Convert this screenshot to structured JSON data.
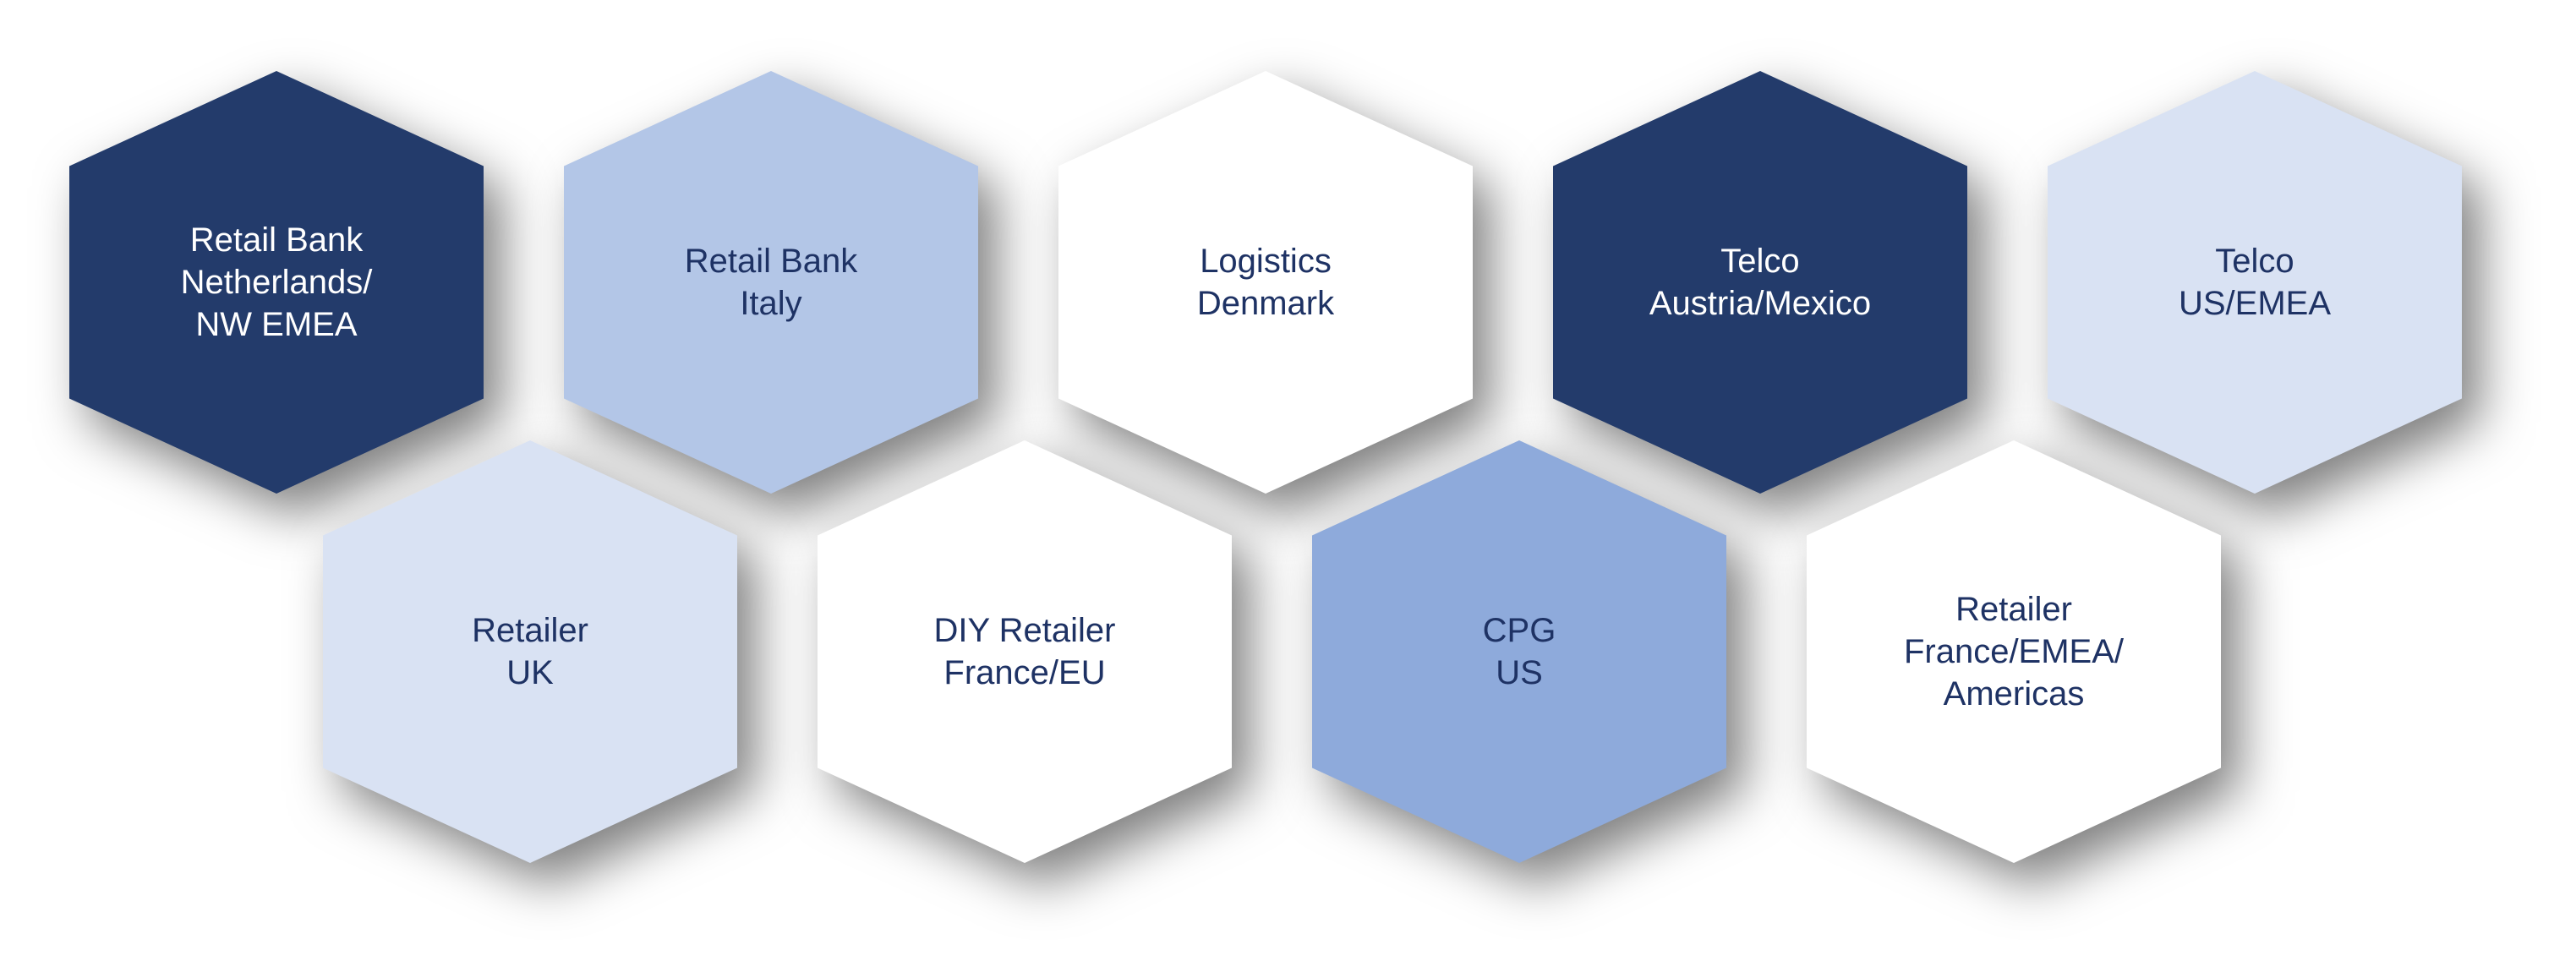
{
  "colors": {
    "dark": "#233b6b",
    "light": "#b3c6e7",
    "pale": "#d9e2f3",
    "white": "#ffffff",
    "medium": "#8eaadb",
    "dark_text": "#1e3264",
    "light_text": "#ffffff"
  },
  "hexagons": [
    {
      "title": "Retail Bank",
      "subtitle": "Netherlands/\nNW EMEA",
      "fill": "dark"
    },
    {
      "title": "Retail Bank",
      "subtitle": "Italy",
      "fill": "light"
    },
    {
      "title": "Logistics",
      "subtitle": "Denmark",
      "fill": "white"
    },
    {
      "title": "Telco",
      "subtitle": "Austria/Mexico",
      "fill": "dark"
    },
    {
      "title": "Telco",
      "subtitle": "US/EMEA",
      "fill": "pale"
    },
    {
      "title": "Retailer",
      "subtitle": "UK",
      "fill": "pale"
    },
    {
      "title": "DIY Retailer",
      "subtitle": "France/EU",
      "fill": "white"
    },
    {
      "title": "CPG",
      "subtitle": "US",
      "fill": "medium"
    },
    {
      "title": "Retailer",
      "subtitle": "France/EMEA/\nAmericas",
      "fill": "white"
    }
  ]
}
